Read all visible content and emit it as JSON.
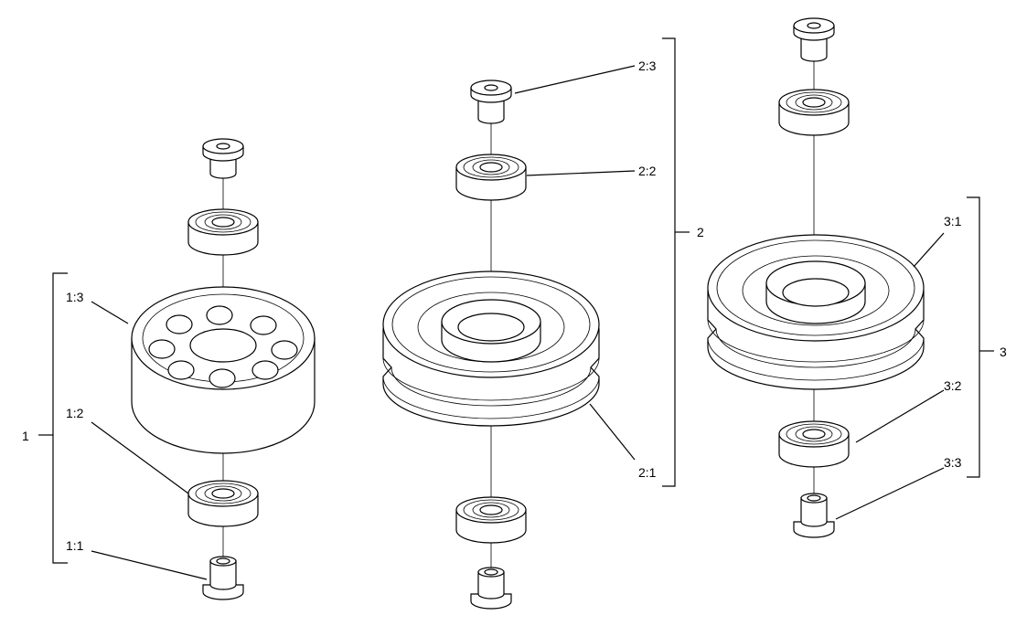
{
  "labels": {
    "g1": "1",
    "g1_1": "1:1",
    "g1_2": "1:2",
    "g1_3": "1:3",
    "g2": "2",
    "g2_1": "2:1",
    "g2_2": "2:2",
    "g2_3": "2:3",
    "g3": "3",
    "g3_1": "3:1",
    "g3_2": "3:2",
    "g3_3": "3:3"
  }
}
